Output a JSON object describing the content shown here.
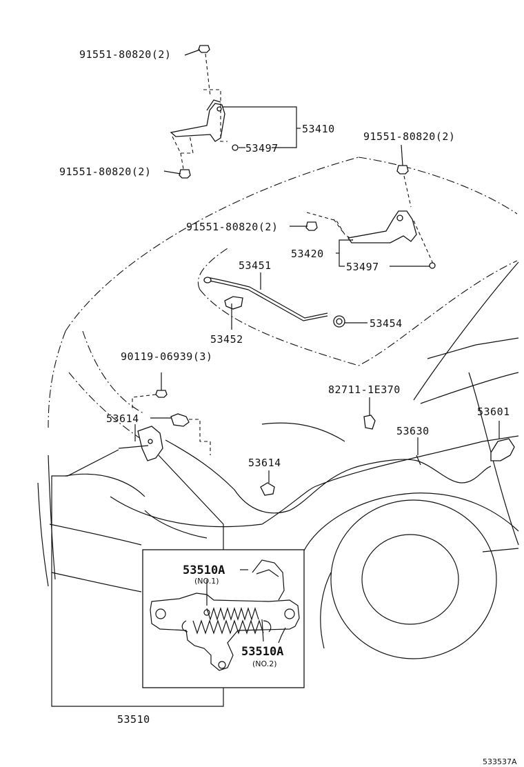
{
  "labels": {
    "bolt_top": "91551-80820(2)",
    "bolt_left": "91551-80820(2)",
    "bolt_right_top": "91551-80820(2)",
    "bolt_right_mid": "91551-80820(2)",
    "hinge_lh": "53410",
    "hinge_rh": "53420",
    "retainer_lh": "53497",
    "retainer_rh": "53497",
    "support_rod": "53451",
    "rod_holder": "53452",
    "rod_grommet": "53454",
    "screw": "90119-06939(3)",
    "clamp_left": "53614",
    "clamp_mid": "53614",
    "clip": "82711-1E370",
    "release_cable": "53630",
    "release_lever": "53601",
    "spring_no1": "53510A",
    "spring_no1_tag": "(NO.1)",
    "spring_no2": "53510A",
    "spring_no2_tag": "(NO.2)",
    "lock_assy": "53510",
    "diagram_code": "533537A"
  }
}
